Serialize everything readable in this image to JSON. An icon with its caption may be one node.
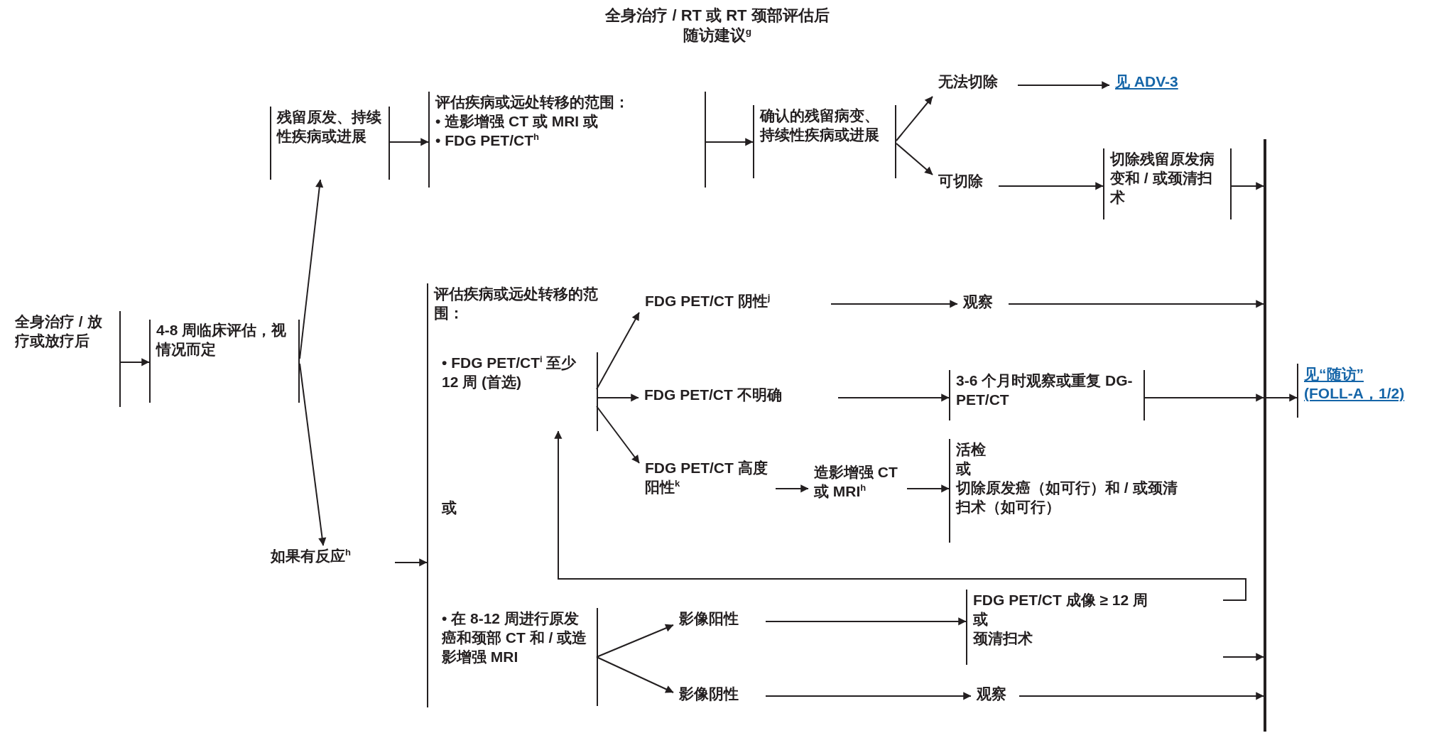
{
  "diagram": {
    "title": "全身治疗 / RT 或 RT 颈部评估后随访建议$^{g}$",
    "nodes": [
      {
        "text": [
          "全身治疗 / 放疗或放疗后"
        ]
      },
      {
        "text": [
          "4-8 周临床评估，视情况而定"
        ]
      },
      {
        "text": [
          "残留原发、持续性疾病或进展"
        ]
      },
      {
        "text": [
          "评估疾病或远处转移的范围：",
          "• 造影增强 CT 或 MRI 或",
          "• FDG PET/CT$^{h}$"
        ]
      },
      {
        "text": [
          "确认的残留病变、持续性疾病或进展"
        ]
      },
      {
        "text": [
          "无法切除"
        ]
      },
      {
        "text": [
          "见 ADV-3"
        ]
      },
      {
        "text": [
          "可切除"
        ]
      },
      {
        "text": [
          "切除残留原发病变和 / 或颈清扫术"
        ]
      },
      {
        "text": [
          "如果有反应$^{h}$"
        ]
      },
      {
        "text": [
          "评估疾病或远处转移的范围："
        ]
      },
      {
        "text": [
          "• FDG PET/CT$^{i}$ 至少 12 周 (首选)"
        ],
        "in": 10
      },
      {
        "text": [
          "或"
        ],
        "in": 10
      },
      {
        "text": [
          "• 在 8-12 周进行原发癌和颈部 CT 和 / 或造影增强 MRI"
        ],
        "in": 10
      },
      {
        "text": [
          "FDG PET/CT 阴性$^{j}$"
        ]
      },
      {
        "text": [
          "观察"
        ]
      },
      {
        "text": [
          "FDG PET/CT 不明确"
        ]
      },
      {
        "text": [
          "3-6 个月时观察或重复 DG-PET/CT"
        ]
      },
      {
        "text": [
          "FDG PET/CT 高度阳性$^{k}$"
        ]
      },
      {
        "text": [
          "造影增强 CT 或 MRI$^{h}$"
        ]
      },
      {
        "text": [
          "活检",
          "或",
          "切除原发癌（如可行）和 / 或颈清扫术（如可行）"
        ]
      },
      {
        "text": [
          "影像阳性"
        ]
      },
      {
        "text": [
          "FDG PET/CT 成像 ≥ 12 周",
          "或",
          "颈清扫术"
        ]
      },
      {
        "text": [
          "影像阴性"
        ]
      },
      {
        "text": [
          "观察"
        ]
      },
      {
        "text": [],
        "shape": "bar"
      },
      {
        "text": [
          "见“随访” (FOLL-A，1/2)"
        ]
      }
    ],
    "edges": [
      {
        "from": 0,
        "to": 1,
        "arrow": "to"
      },
      {
        "from": 1,
        "to": 2,
        "arrow": "to"
      },
      {
        "from": 1,
        "to": 9,
        "arrow": "to"
      },
      {
        "from": 2,
        "to": 3,
        "arrow": "to"
      },
      {
        "from": 3,
        "to": 4,
        "arrow": "to"
      },
      {
        "from": 4,
        "to": 5,
        "arrow": "to"
      },
      {
        "from": 4,
        "to": 7,
        "arrow": "to"
      },
      {
        "from": 5,
        "to": 6,
        "arrow": "to"
      },
      {
        "from": 7,
        "to": 8,
        "arrow": "to"
      },
      {
        "from": 8,
        "to": 25,
        "arrow": "to"
      },
      {
        "from": 9,
        "to": 10,
        "arrow": "to"
      },
      {
        "from": 11,
        "to": 14,
        "arrow": "to"
      },
      {
        "from": 11,
        "to": 16,
        "arrow": "to"
      },
      {
        "from": 11,
        "to": 18,
        "arrow": "to"
      },
      {
        "from": 14,
        "to": 15,
        "arrow": "to"
      },
      {
        "from": 15,
        "to": 25,
        "arrow": "to"
      },
      {
        "from": 16,
        "to": 17,
        "arrow": "to"
      },
      {
        "from": 17,
        "to": 25,
        "arrow": "to"
      },
      {
        "from": 18,
        "to": 19,
        "arrow": "to"
      },
      {
        "from": 19,
        "to": 20,
        "arrow": "to"
      },
      {
        "from": 13,
        "to": 21,
        "arrow": "to"
      },
      {
        "from": 13,
        "to": 23,
        "arrow": "to"
      },
      {
        "from": 21,
        "to": 22,
        "arrow": "to"
      },
      {
        "from": 22,
        "to": 11,
        "arrow": "to"
      },
      {
        "from": 22,
        "to": 25,
        "arrow": "to"
      },
      {
        "from": 23,
        "to": 24,
        "arrow": "to"
      },
      {
        "from": 24,
        "to": 25,
        "arrow": "to"
      },
      {
        "from": 25,
        "to": 26,
        "arrow": "to"
      }
    ]
  }
}
